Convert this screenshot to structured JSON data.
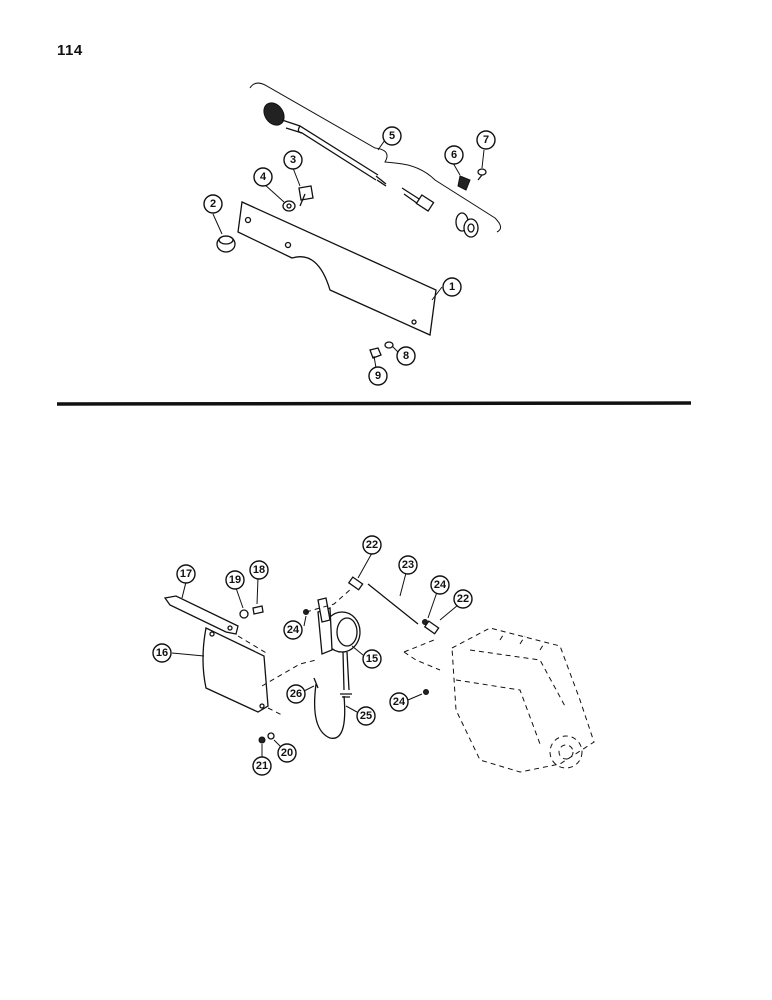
{
  "page": {
    "number": "114"
  },
  "top_assembly": {
    "callouts": [
      "1",
      "2",
      "3",
      "4",
      "5",
      "6",
      "7",
      "8",
      "9"
    ]
  },
  "bottom_assembly": {
    "callouts": [
      "15",
      "16",
      "17",
      "18",
      "19",
      "20",
      "21",
      "22",
      "22",
      "23",
      "24",
      "24",
      "24",
      "25",
      "26"
    ]
  }
}
